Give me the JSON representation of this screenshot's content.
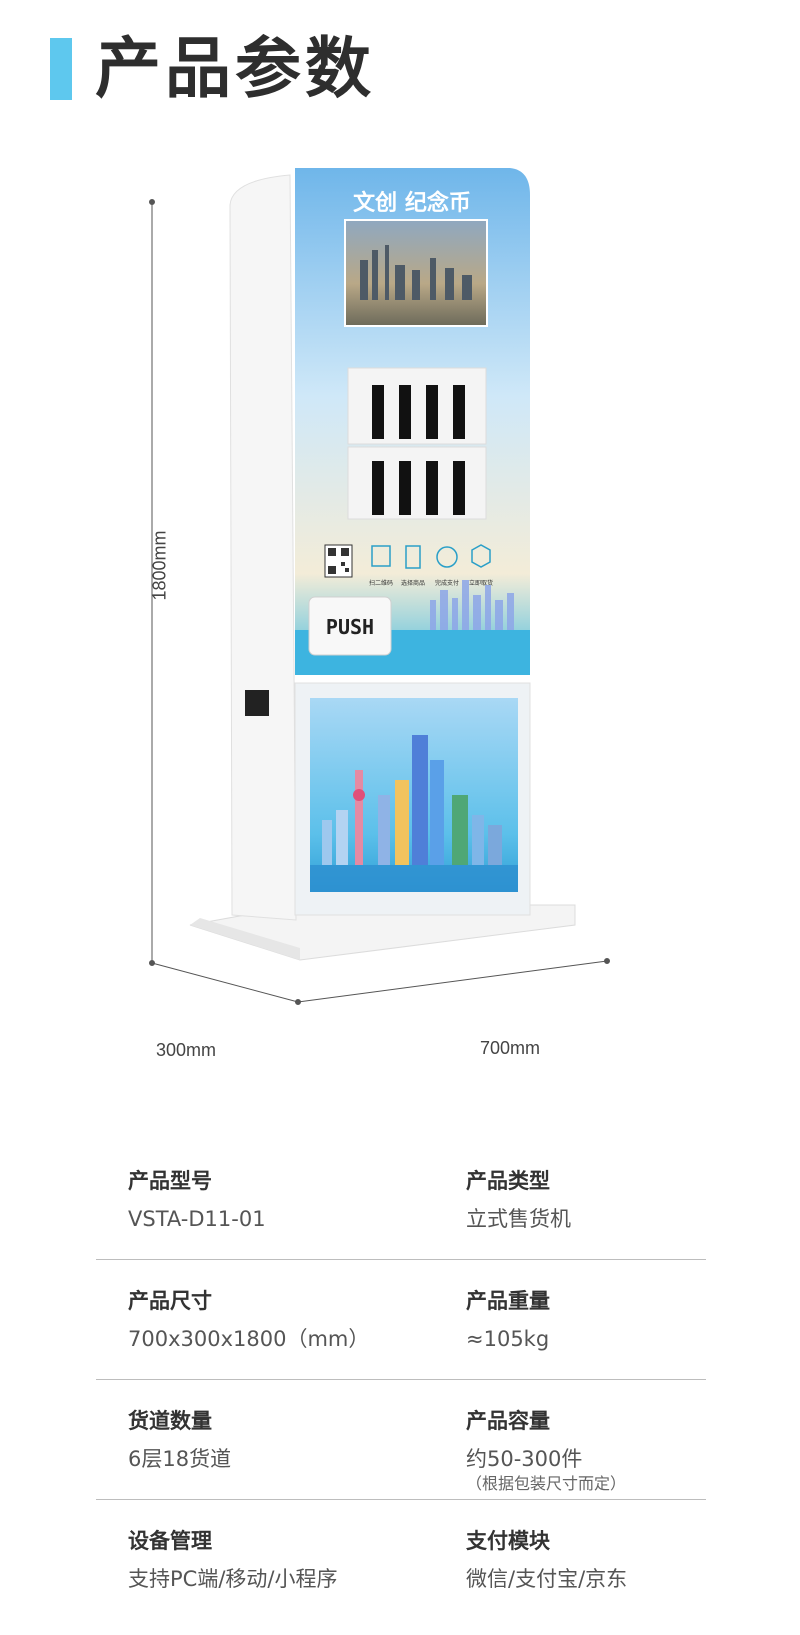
{
  "header": {
    "title": "产品参数"
  },
  "machine": {
    "top_banner": "文创 纪念币",
    "push_label": "PUSH",
    "steps": [
      "扫二维码",
      "选择商品",
      "完成支付",
      "立即取货"
    ]
  },
  "dimensions": {
    "height": "1800mm",
    "depth": "300mm",
    "width": "700mm"
  },
  "specs": [
    {
      "left": {
        "label": "产品型号",
        "value": "VSTA-D11-01"
      },
      "right": {
        "label": "产品类型",
        "value": "立式售货机"
      }
    },
    {
      "left": {
        "label": "产品尺寸",
        "value": "700x300x1800（mm）"
      },
      "right": {
        "label": "产品重量",
        "value": "≈105kg"
      }
    },
    {
      "left": {
        "label": "货道数量",
        "value": "6层18货道"
      },
      "right": {
        "label": "产品容量",
        "value": "约50-300件",
        "note": "（根据包装尺寸而定）"
      }
    },
    {
      "left": {
        "label": "设备管理",
        "value": "支持PC端/移动/小程序"
      },
      "right": {
        "label": "支付模块",
        "value": "微信/支付宝/京东"
      }
    }
  ],
  "colors": {
    "accent": "#5ec8ee",
    "panel_top": "#6fb6ea",
    "panel_bottom": "#4bb5ea"
  }
}
